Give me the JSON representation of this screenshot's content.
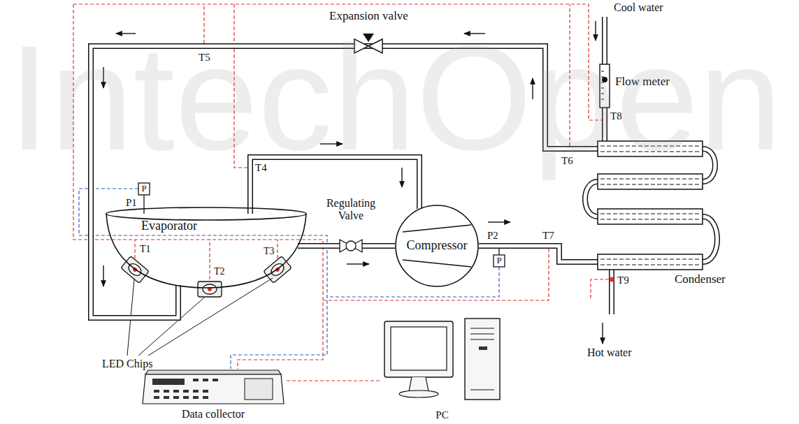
{
  "diagram": {
    "nodes": [
      {
        "text": [
          "Expansion valve"
        ]
      },
      {
        "text": [
          "Flow meter"
        ]
      },
      {
        "text": [
          "Evaporator"
        ]
      },
      {
        "text": [
          "Regulating Valve"
        ]
      },
      {
        "text": [
          "Compressor"
        ]
      },
      {
        "text": [
          "Condenser"
        ]
      },
      {
        "text": [
          "Data collector"
        ]
      },
      {
        "text": [
          "PC"
        ]
      }
    ],
    "edges": [
      {
        "from": 2,
        "to": 3,
        "arrow": "none"
      },
      {
        "from": 3,
        "to": 4,
        "arrow": "none"
      },
      {
        "from": 2,
        "to": 4,
        "arrow": "none"
      },
      {
        "from": 4,
        "to": 5,
        "arrow": "none"
      },
      {
        "from": 5,
        "to": 0,
        "arrow": "none"
      },
      {
        "from": 0,
        "to": 2,
        "arrow": "none"
      },
      {
        "from": 1,
        "to": 5,
        "arrow": "none"
      },
      {
        "from": 6,
        "to": 7,
        "arrow": "none"
      }
    ],
    "labels": [
      "IntechOpen",
      "Cool water",
      "T5",
      "T4",
      "T8",
      "T6",
      "P",
      "P1",
      "T7",
      "P2",
      "P",
      "T1",
      "T2",
      "T3",
      "T9",
      "Hot water",
      "LED Chips"
    ]
  }
}
